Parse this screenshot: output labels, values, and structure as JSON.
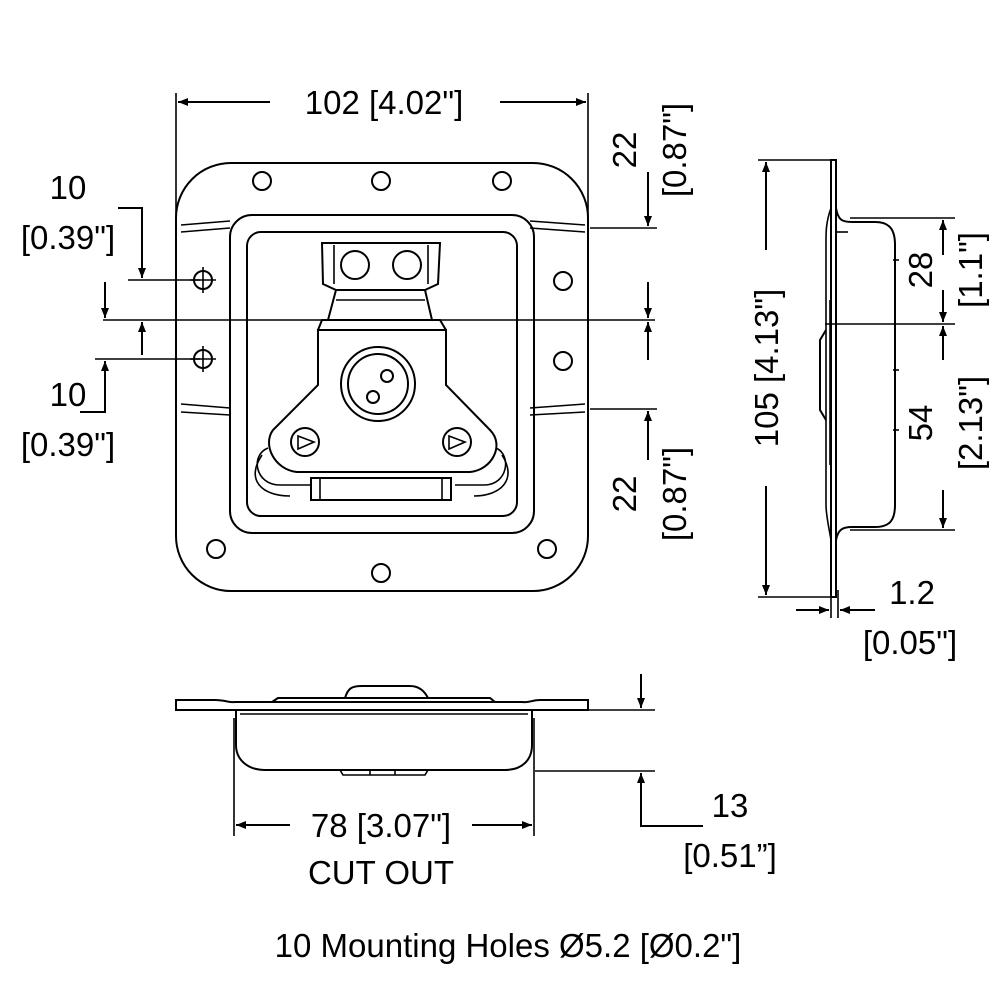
{
  "dimensions": {
    "width_top": "102 [4.02\"]",
    "right_top_mm": "22",
    "right_top_in": "[0.87\"]",
    "right_bottom_mm": "22",
    "right_bottom_in": "[0.87\"]",
    "left_top_mm": "10",
    "left_top_in": "[0.39\"]",
    "left_bottom_mm": "10",
    "left_bottom_in": "[0.39\"]",
    "side_height": "105 [4.13\"]",
    "side_upper_mm": "28",
    "side_upper_in": "[1.1\"]",
    "side_lower_mm": "54",
    "side_lower_in": "[2.13\"]",
    "thickness_mm": "1.2",
    "thickness_in": "[0.05\"]",
    "cutout_width": "78 [3.07\"]",
    "cutout_label": "CUT OUT",
    "depth_mm": "13",
    "depth_in": "[0.51”]"
  },
  "footnote": "10 Mounting Holes Ø5.2 [Ø0.2\"]"
}
